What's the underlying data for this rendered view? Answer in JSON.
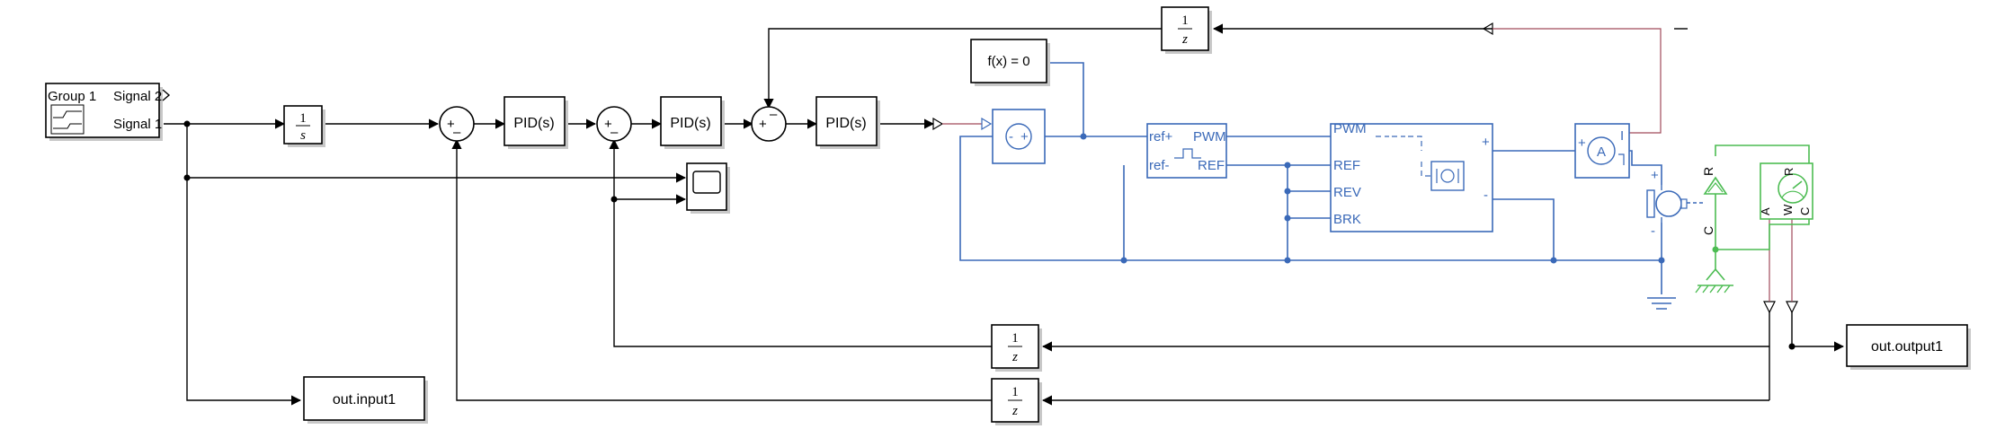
{
  "blocks": {
    "signal_builder": {
      "title": "Group 1",
      "port1": "Signal 2",
      "port2": "Signal 1"
    },
    "integrator": {
      "num": "1",
      "den": "s"
    },
    "pid1": {
      "label": "PID(s)"
    },
    "pid2": {
      "label": "PID(s)"
    },
    "pid3": {
      "label": "PID(s)"
    },
    "delay_top": {
      "num": "1",
      "den": "z"
    },
    "delay_mid": {
      "num": "1",
      "den": "z"
    },
    "delay_bottom": {
      "num": "1",
      "den": "z"
    },
    "solver": {
      "label": "f(x) = 0"
    },
    "out_input": {
      "label": "out.input1"
    },
    "out_output": {
      "label": "out.output1"
    },
    "sum1": {
      "sign_a": "+",
      "sign_b": "–"
    },
    "sum2": {
      "sign_a": "+",
      "sign_b": "–"
    },
    "sum3": {
      "sign_a": "+",
      "sign_b": "–"
    },
    "pwm_block": {
      "port_ref_plus": "ref+",
      "port_ref_minus": "ref-",
      "port_pwm": "PWM",
      "port_ref": "REF"
    },
    "hbridge": {
      "port_pwm": "PWM",
      "port_ref": "REF",
      "port_rev": "REV",
      "port_brk": "BRK",
      "plus": "+",
      "minus": "-"
    },
    "ammeter": {
      "symbol": "A",
      "plus": "+",
      "minus": "I"
    },
    "motor": {
      "plus": "+",
      "minus": "-"
    },
    "rot_sensor": {
      "r": "R",
      "c": "C"
    },
    "motion_sensor": {
      "r": "R",
      "a": "A",
      "w": "W",
      "c": "C"
    }
  },
  "colors": {
    "electrical": "#3a69b8",
    "mechanical": "#4cbc52",
    "physical_signal": "#a04a5a",
    "signal": "#000000"
  }
}
